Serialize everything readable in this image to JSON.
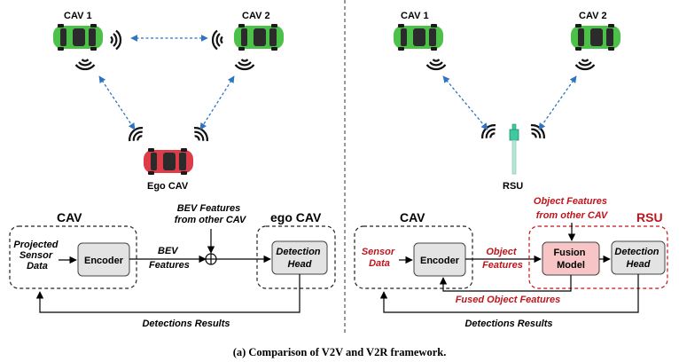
{
  "colors": {
    "green_car": "#4cc14a",
    "red_car": "#dd3c48",
    "arrow_blue": "#2f74c0",
    "rsu_green": "#3fc8a2",
    "box_gray": "#e3e3e3",
    "fusion_pink": "#f7c5c5",
    "accent_red": "#c0141c"
  },
  "icons": [
    "car-top-view-icon",
    "wireless-signal-icon",
    "rsu-pole-icon",
    "sum-node-icon"
  ],
  "v2v": {
    "cav1_label": "CAV 1",
    "cav2_label": "CAV 2",
    "ego_label": "Ego CAV",
    "cav_box_title": "CAV",
    "ego_box_title": "ego CAV",
    "projected_sensor": [
      "Projected",
      "Sensor",
      "Data"
    ],
    "encoder_label": "Encoder",
    "bev_features": [
      "BEV",
      "Features"
    ],
    "bev_from_other": [
      "BEV Features",
      "from other CAV"
    ],
    "detection_head": [
      "Detection",
      "Head"
    ],
    "detections_results": "Detections Results"
  },
  "v2r": {
    "cav1_label": "CAV 1",
    "cav2_label": "CAV 2",
    "rsu_label": "RSU",
    "cav_box_title": "CAV",
    "rsu_box_title": "RSU",
    "sensor_data": [
      "Sensor",
      "Data"
    ],
    "encoder_label": "Encoder",
    "object_features": [
      "Object",
      "Features"
    ],
    "object_from_other": [
      "Object Features",
      "from other CAV"
    ],
    "fusion_model": [
      "Fusion",
      "Model"
    ],
    "detection_head": [
      "Detection",
      "Head"
    ],
    "fused_object_features": "Fused Object Features",
    "detections_results": "Detections Results"
  },
  "caption": "(a) Comparison of V2V and V2R framework."
}
